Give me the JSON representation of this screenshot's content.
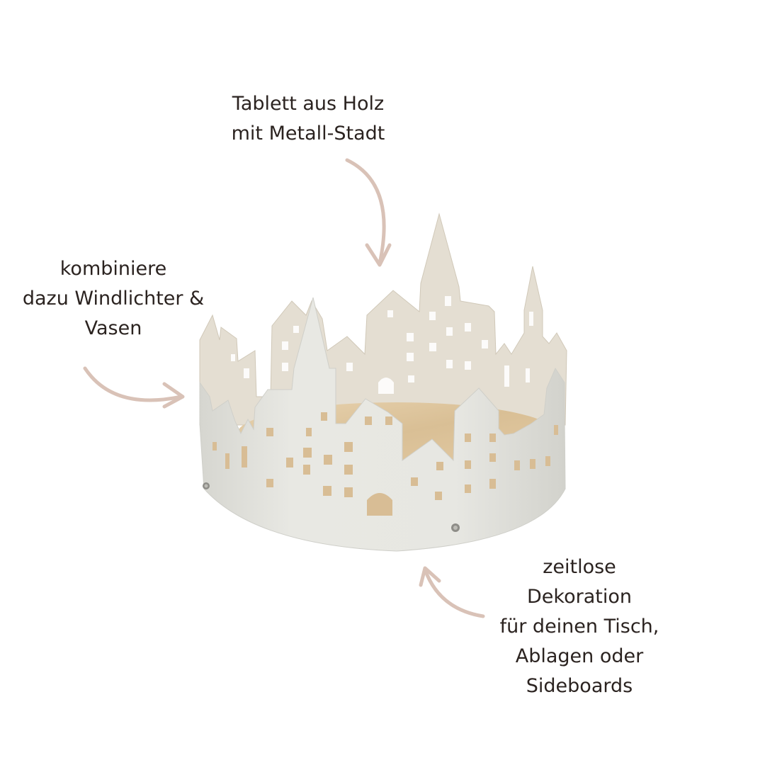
{
  "captions": {
    "top": [
      "Tablett aus Holz",
      "mit Metall-Stadt"
    ],
    "left": [
      "kombiniere",
      "dazu Windlichter &",
      "Vasen"
    ],
    "right": [
      "zeitlose",
      "Dekoration",
      "für deinen Tisch,",
      "Ablagen oder",
      "Sideboards"
    ]
  },
  "colors": {
    "arrow": "#d9c2b7",
    "metal_front": "#e6e5e0",
    "metal_inner": "#e3ddd0",
    "wood": "#dcc4a0",
    "text": "#2b2320"
  },
  "icons": [
    "curved-arrow-icon",
    "screw-icon"
  ]
}
